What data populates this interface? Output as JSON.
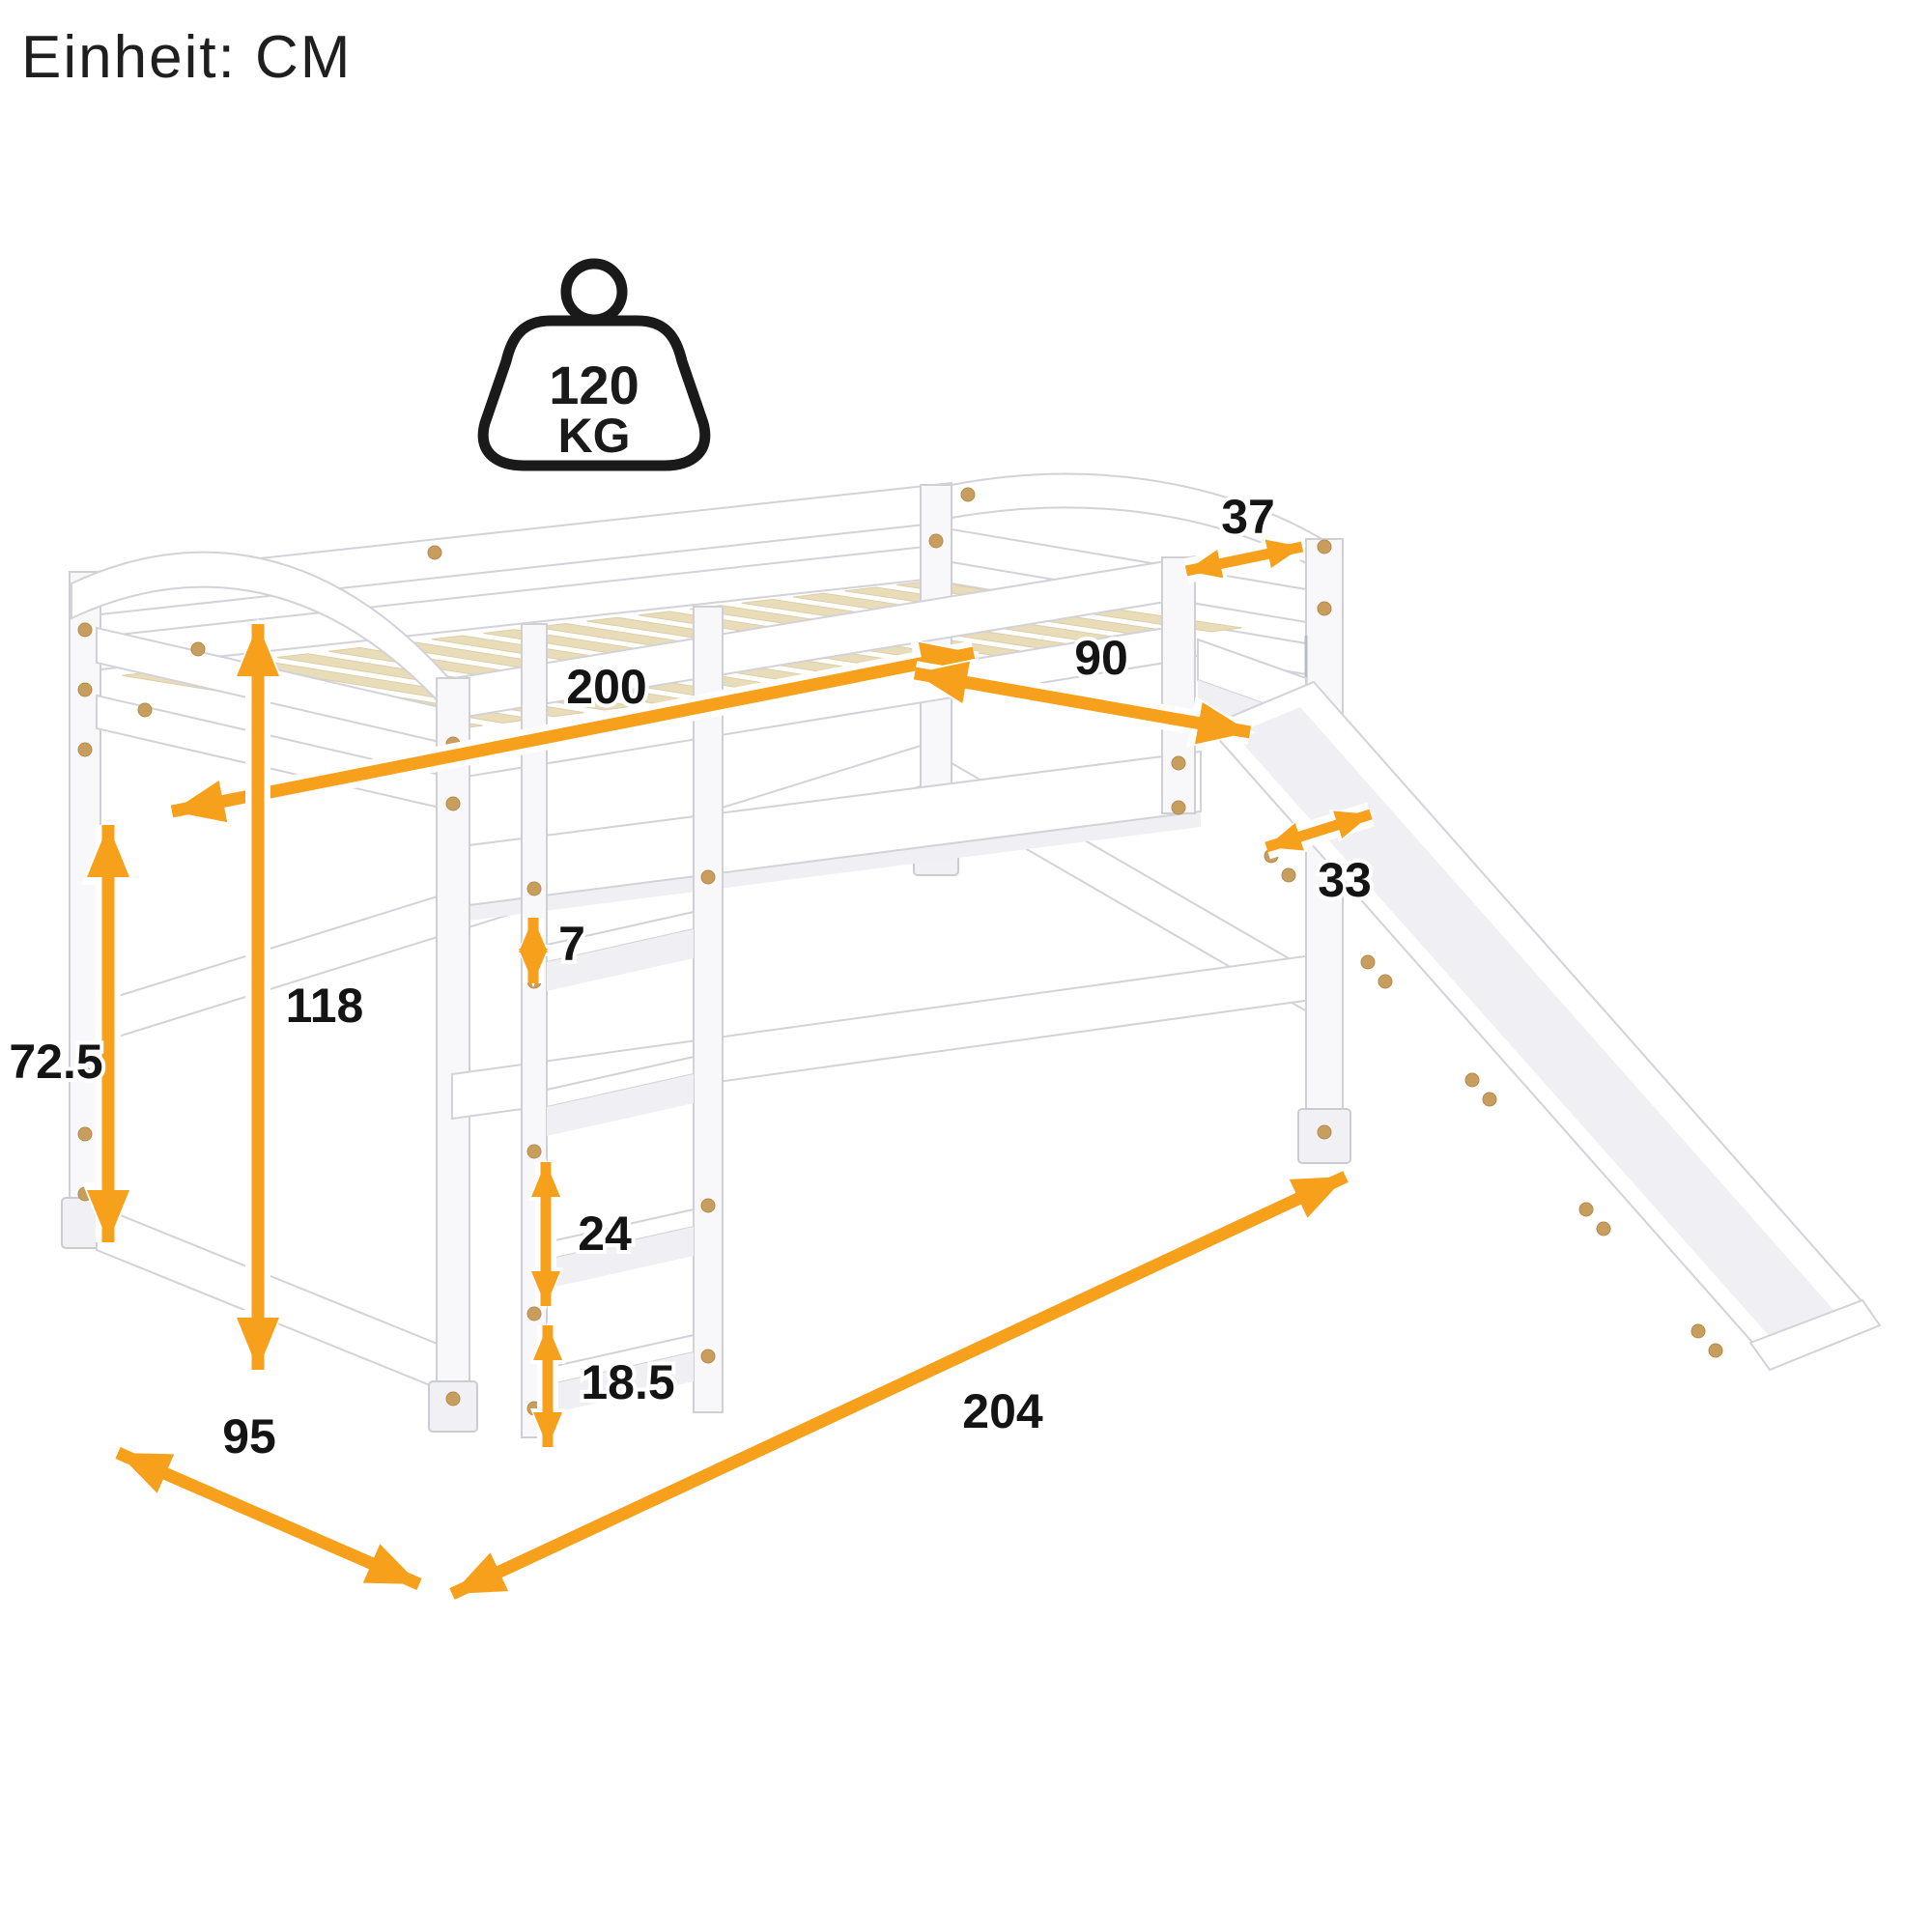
{
  "page": {
    "unit_label": "Einheit: CM"
  },
  "weight_capacity": {
    "icon": "weight-icon",
    "value": "120",
    "unit": "KG"
  },
  "dimensions": {
    "upper_guard_gap": "37",
    "mattress_width": "90",
    "mattress_length": "200",
    "slide_width": "33",
    "overall_height": "118",
    "side_lower_height": "72.5",
    "ladder_top_gap": "7",
    "ladder_rung_spacing": "24",
    "floor_clearance": "18.5",
    "overall_length": "204",
    "overall_width": "95"
  },
  "colors": {
    "arrow": "#F7A01B",
    "label_text": "#141414",
    "frame_outline": "#d2d2d9",
    "slat": "#e9dcb9",
    "screw": "#c79e5e",
    "icon_stroke": "#1a1a1a"
  }
}
